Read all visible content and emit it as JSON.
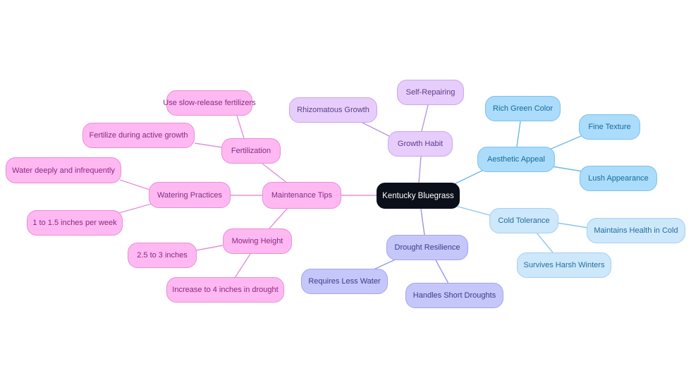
{
  "root": {
    "label": "Kentucky Bluegrass"
  },
  "branches": {
    "maintenance": {
      "label": "Maintenance Tips",
      "fertilization": {
        "label": "Fertilization",
        "items": [
          "Use slow-release fertilizers",
          "Fertilize during active growth"
        ]
      },
      "watering": {
        "label": "Watering Practices",
        "items": [
          "Water deeply and infrequently",
          "1 to 1.5 inches per week"
        ]
      },
      "mowing": {
        "label": "Mowing Height",
        "items": [
          "2.5 to 3 inches",
          "Increase to 4 inches in drought"
        ]
      }
    },
    "growth": {
      "label": "Growth Habit",
      "items": [
        "Self-Repairing",
        "Rhizomatous Growth"
      ]
    },
    "aesthetic": {
      "label": "Aesthetic Appeal",
      "items": [
        "Rich Green Color",
        "Fine Texture",
        "Lush Appearance"
      ]
    },
    "cold": {
      "label": "Cold Tolerance",
      "items": [
        "Maintains Health in Cold",
        "Survives Harsh Winters"
      ]
    },
    "drought": {
      "label": "Drought Resilience",
      "items": [
        "Requires Less Water",
        "Handles Short Droughts"
      ]
    }
  },
  "colors": {
    "root": "#0b0f19",
    "maintenance": "#ffb8f2",
    "growth": "#e6cdfb",
    "aesthetic": "#abdcfb",
    "cold": "#cde7fb",
    "drought": "#c5c6fa"
  }
}
